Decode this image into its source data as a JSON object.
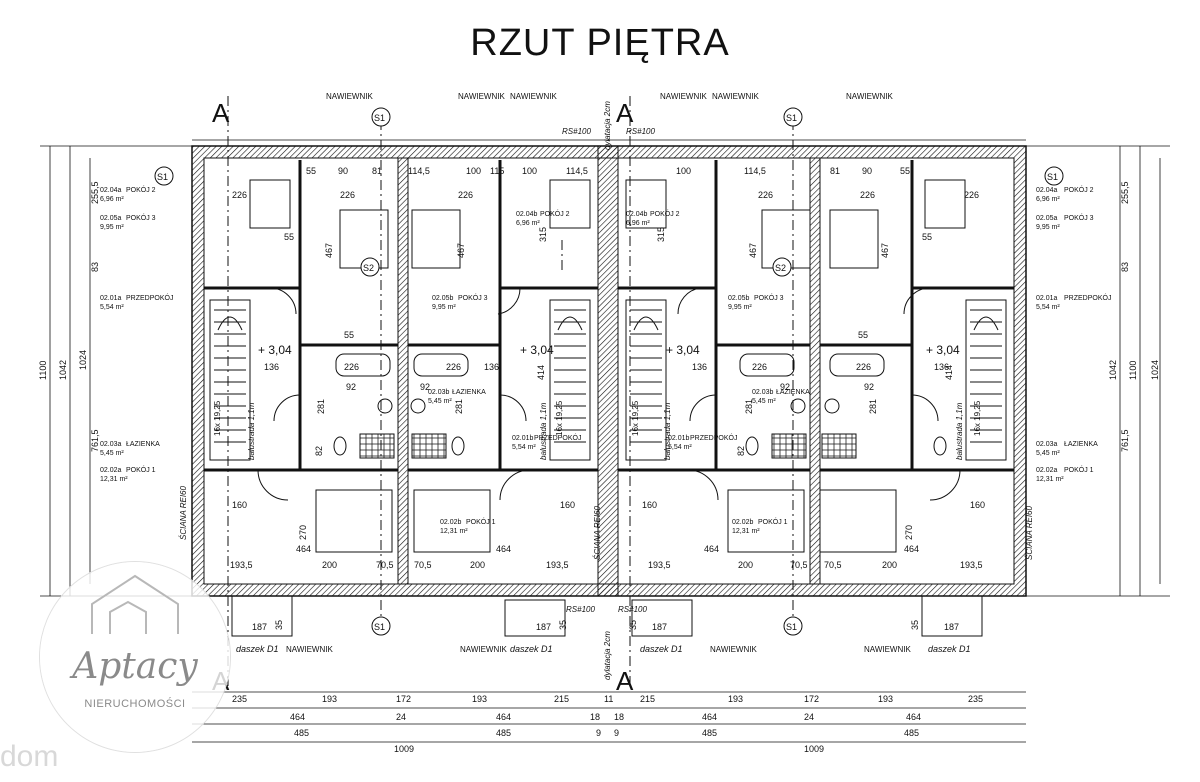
{
  "title": "RZUT PIĘTRA",
  "logo": {
    "script": "Aptacy",
    "subtitle": "NIERUCHOMOŚCI"
  },
  "watermark": "dom",
  "section_marker": "A",
  "axis_marker": "S1",
  "window_labels": [
    "NAWIEWNIK",
    "NAWIEWNIK",
    "NAWIEWNIK",
    "NAWIEWNIK",
    "NAWIEWNIK",
    "NAWIEWNIK"
  ],
  "rs_label": "RS#100",
  "dylatacja": "dylatacja 2cm",
  "wall_label": "ŚCIANA REI60",
  "balustrada": "balustrada 1,1m",
  "stairs": "16x 19,25",
  "level": "+ 3,04",
  "daszek": "daszek D1",
  "rooms_left": [
    {
      "code": "02.04a",
      "name": "POKÓJ 2",
      "area": "6,96 m²"
    },
    {
      "code": "02.05a",
      "name": "POKÓJ 3",
      "area": "9,95 m²"
    },
    {
      "code": "02.01a",
      "name": "PRZEDPOKÓJ",
      "area": "5,54 m²"
    },
    {
      "code": "02.03a",
      "name": "ŁAZIENKA",
      "area": "5,45 m²"
    },
    {
      "code": "02.02a",
      "name": "POKÓJ 1",
      "area": "12,31 m²"
    }
  ],
  "rooms_right": [
    {
      "code": "02.04a",
      "name": "POKÓJ 2",
      "area": "6,96 m²"
    },
    {
      "code": "02.05a",
      "name": "POKÓJ 3",
      "area": "9,95 m²"
    },
    {
      "code": "02.01a",
      "name": "PRZEDPOKÓJ",
      "area": "5,54 m²"
    },
    {
      "code": "02.03a",
      "name": "ŁAZIENKA",
      "area": "5,45 m²"
    },
    {
      "code": "02.02a",
      "name": "POKÓJ 1",
      "area": "12,31 m²"
    }
  ],
  "rooms_inner": [
    {
      "code": "02.04b",
      "name": "POKÓJ 2",
      "area": "6,96 m²"
    },
    {
      "code": "02.05b",
      "name": "POKÓJ 3",
      "area": "9,95 m²"
    },
    {
      "code": "02.03b",
      "name": "ŁAZIENKA",
      "area": "5,45 m²"
    },
    {
      "code": "02.01b",
      "name": "PRZEDPOKÓJ",
      "area": "5,54 m²"
    },
    {
      "code": "02.02b",
      "name": "POKÓJ 1",
      "area": "12,31 m²"
    }
  ],
  "left_dims": [
    "1100",
    "1042",
    "1024",
    "255,5",
    "83",
    "761,5"
  ],
  "right_dims": [
    "1100",
    "1042",
    "1024",
    "255,5",
    "83",
    "761,5"
  ],
  "top_dims": [
    "55",
    "90",
    "81",
    "114,5",
    "100",
    "115",
    "100",
    "114,5",
    "100",
    "114,5",
    "81",
    "90",
    "55"
  ],
  "inner_dims": [
    "226",
    "467",
    "315",
    "55",
    "92",
    "281",
    "226",
    "136",
    "414",
    "82",
    "160",
    "270",
    "464",
    "193,5",
    "200",
    "70,5"
  ],
  "bottom_dims_row1": [
    "235",
    "193",
    "172",
    "193",
    "215",
    "11",
    "215",
    "193",
    "172",
    "193",
    "235"
  ],
  "bottom_dims_row2": [
    "464",
    "24",
    "464",
    "18",
    "18",
    "464",
    "24",
    "464"
  ],
  "bottom_dims_row3": [
    "485",
    "485",
    "9",
    "9",
    "485",
    "485"
  ],
  "bottom_dims_row4": [
    "1009",
    "1009"
  ],
  "porch_dims": [
    "187",
    "35"
  ]
}
